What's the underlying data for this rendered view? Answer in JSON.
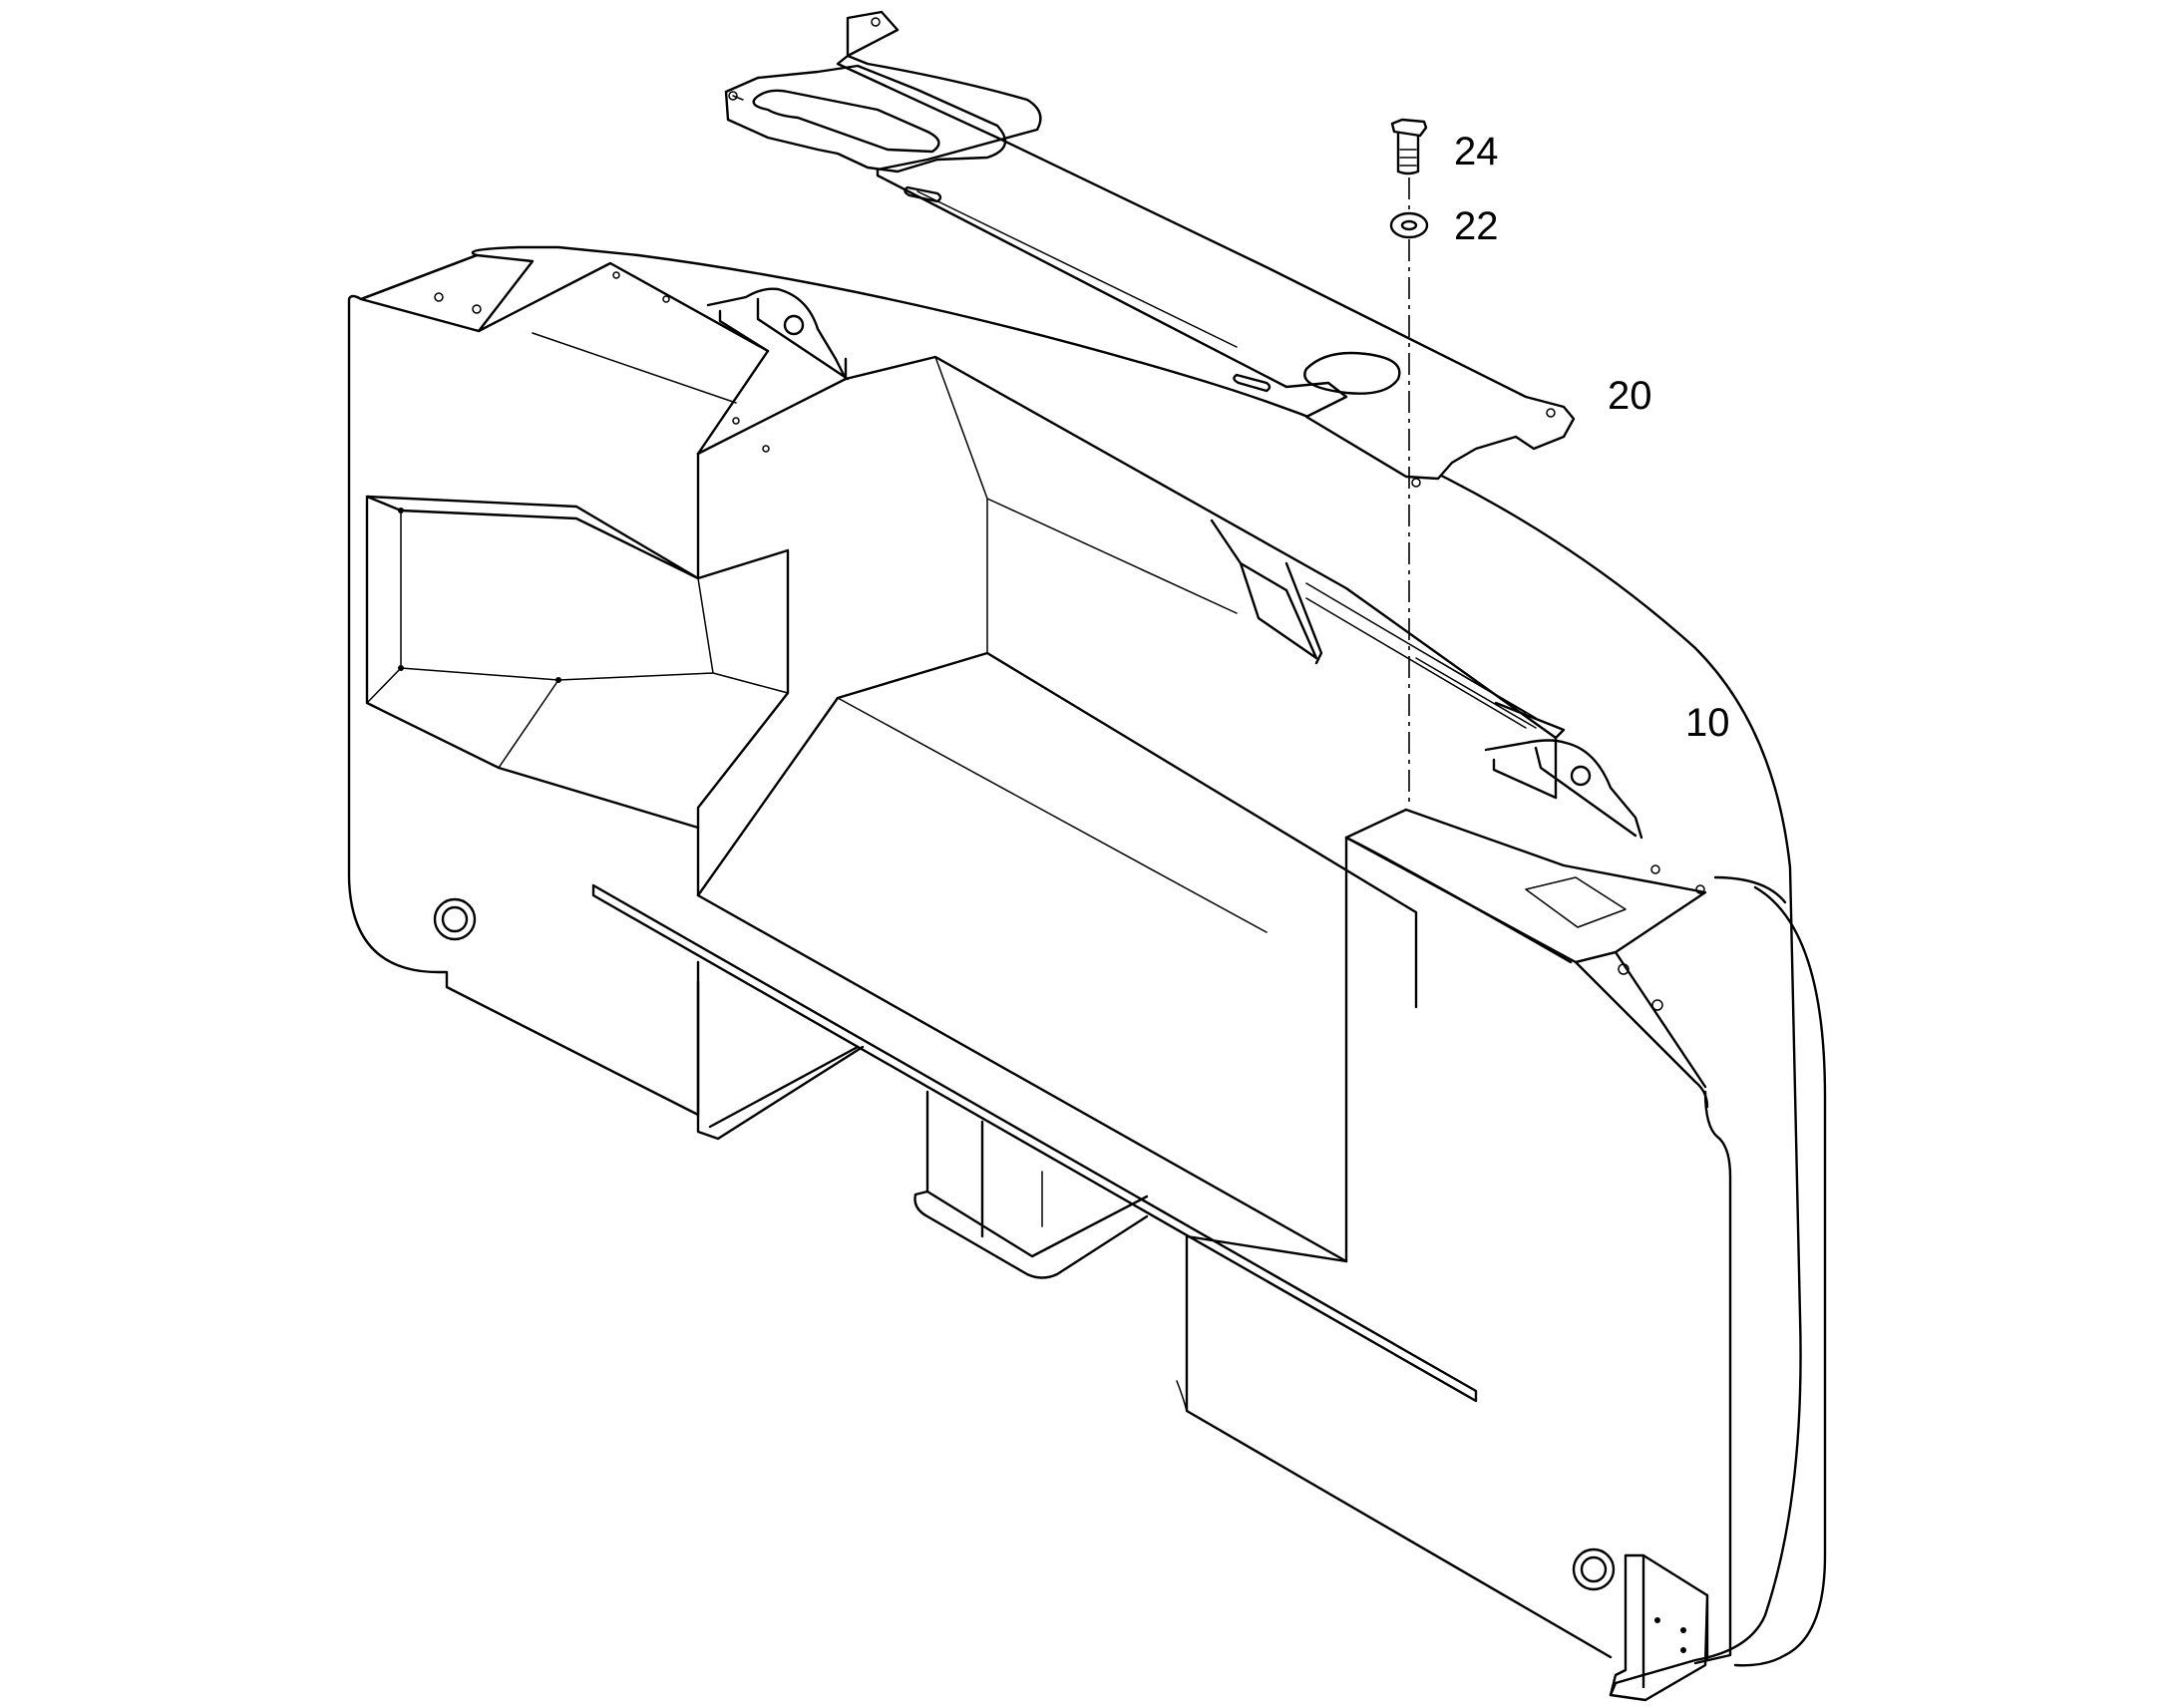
{
  "callouts": [
    {
      "id": "10",
      "text": "10",
      "part": "counterweight"
    },
    {
      "id": "20",
      "text": "20",
      "part": "cover-plate"
    },
    {
      "id": "22",
      "text": "22",
      "part": "washer"
    },
    {
      "id": "24",
      "text": "24",
      "part": "bolt"
    }
  ],
  "colors": {
    "line": "#000000",
    "background": "#ffffff"
  }
}
